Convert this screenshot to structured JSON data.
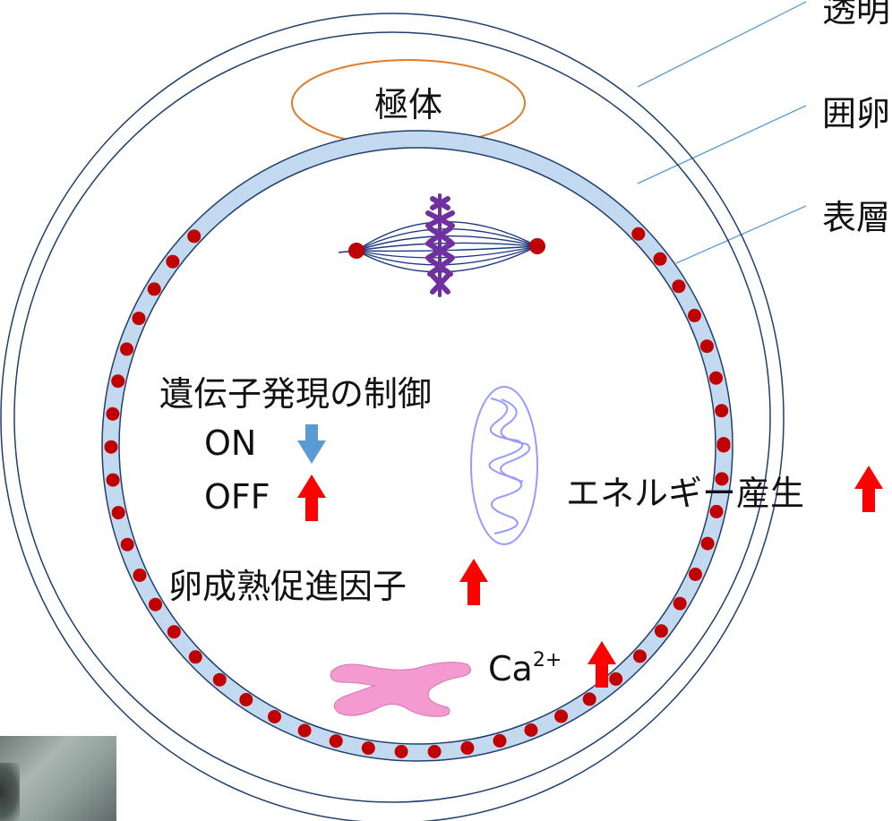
{
  "colors": {
    "outline": "#1f3f6e",
    "cortex_fill": "#c2d9ef",
    "granule": "#c00000",
    "polar_body_stroke": "#e07b2a",
    "spindle": "#1f3a80",
    "chromosome": "#7030a0",
    "mitochondrion": "#9999ff",
    "er": "#f39bd1",
    "arrow_up": "#ff0000",
    "arrow_down": "#5b9bd5",
    "leader_line": "#5b9bd5"
  },
  "labels": {
    "polar_body": "極体",
    "zona": "透明",
    "perivitelline": "囲卵",
    "cortex": "表層",
    "gene_regulation": "遺伝子発現の制御",
    "on": "ON",
    "off": "OFF",
    "energy": "エネルギー産生",
    "mpf": "卵成熟促進因子",
    "ca_base": "Ca",
    "ca_sup": "2+"
  },
  "icons": {
    "arrows": [
      "arrow-down-icon",
      "arrow-up-icon"
    ]
  }
}
